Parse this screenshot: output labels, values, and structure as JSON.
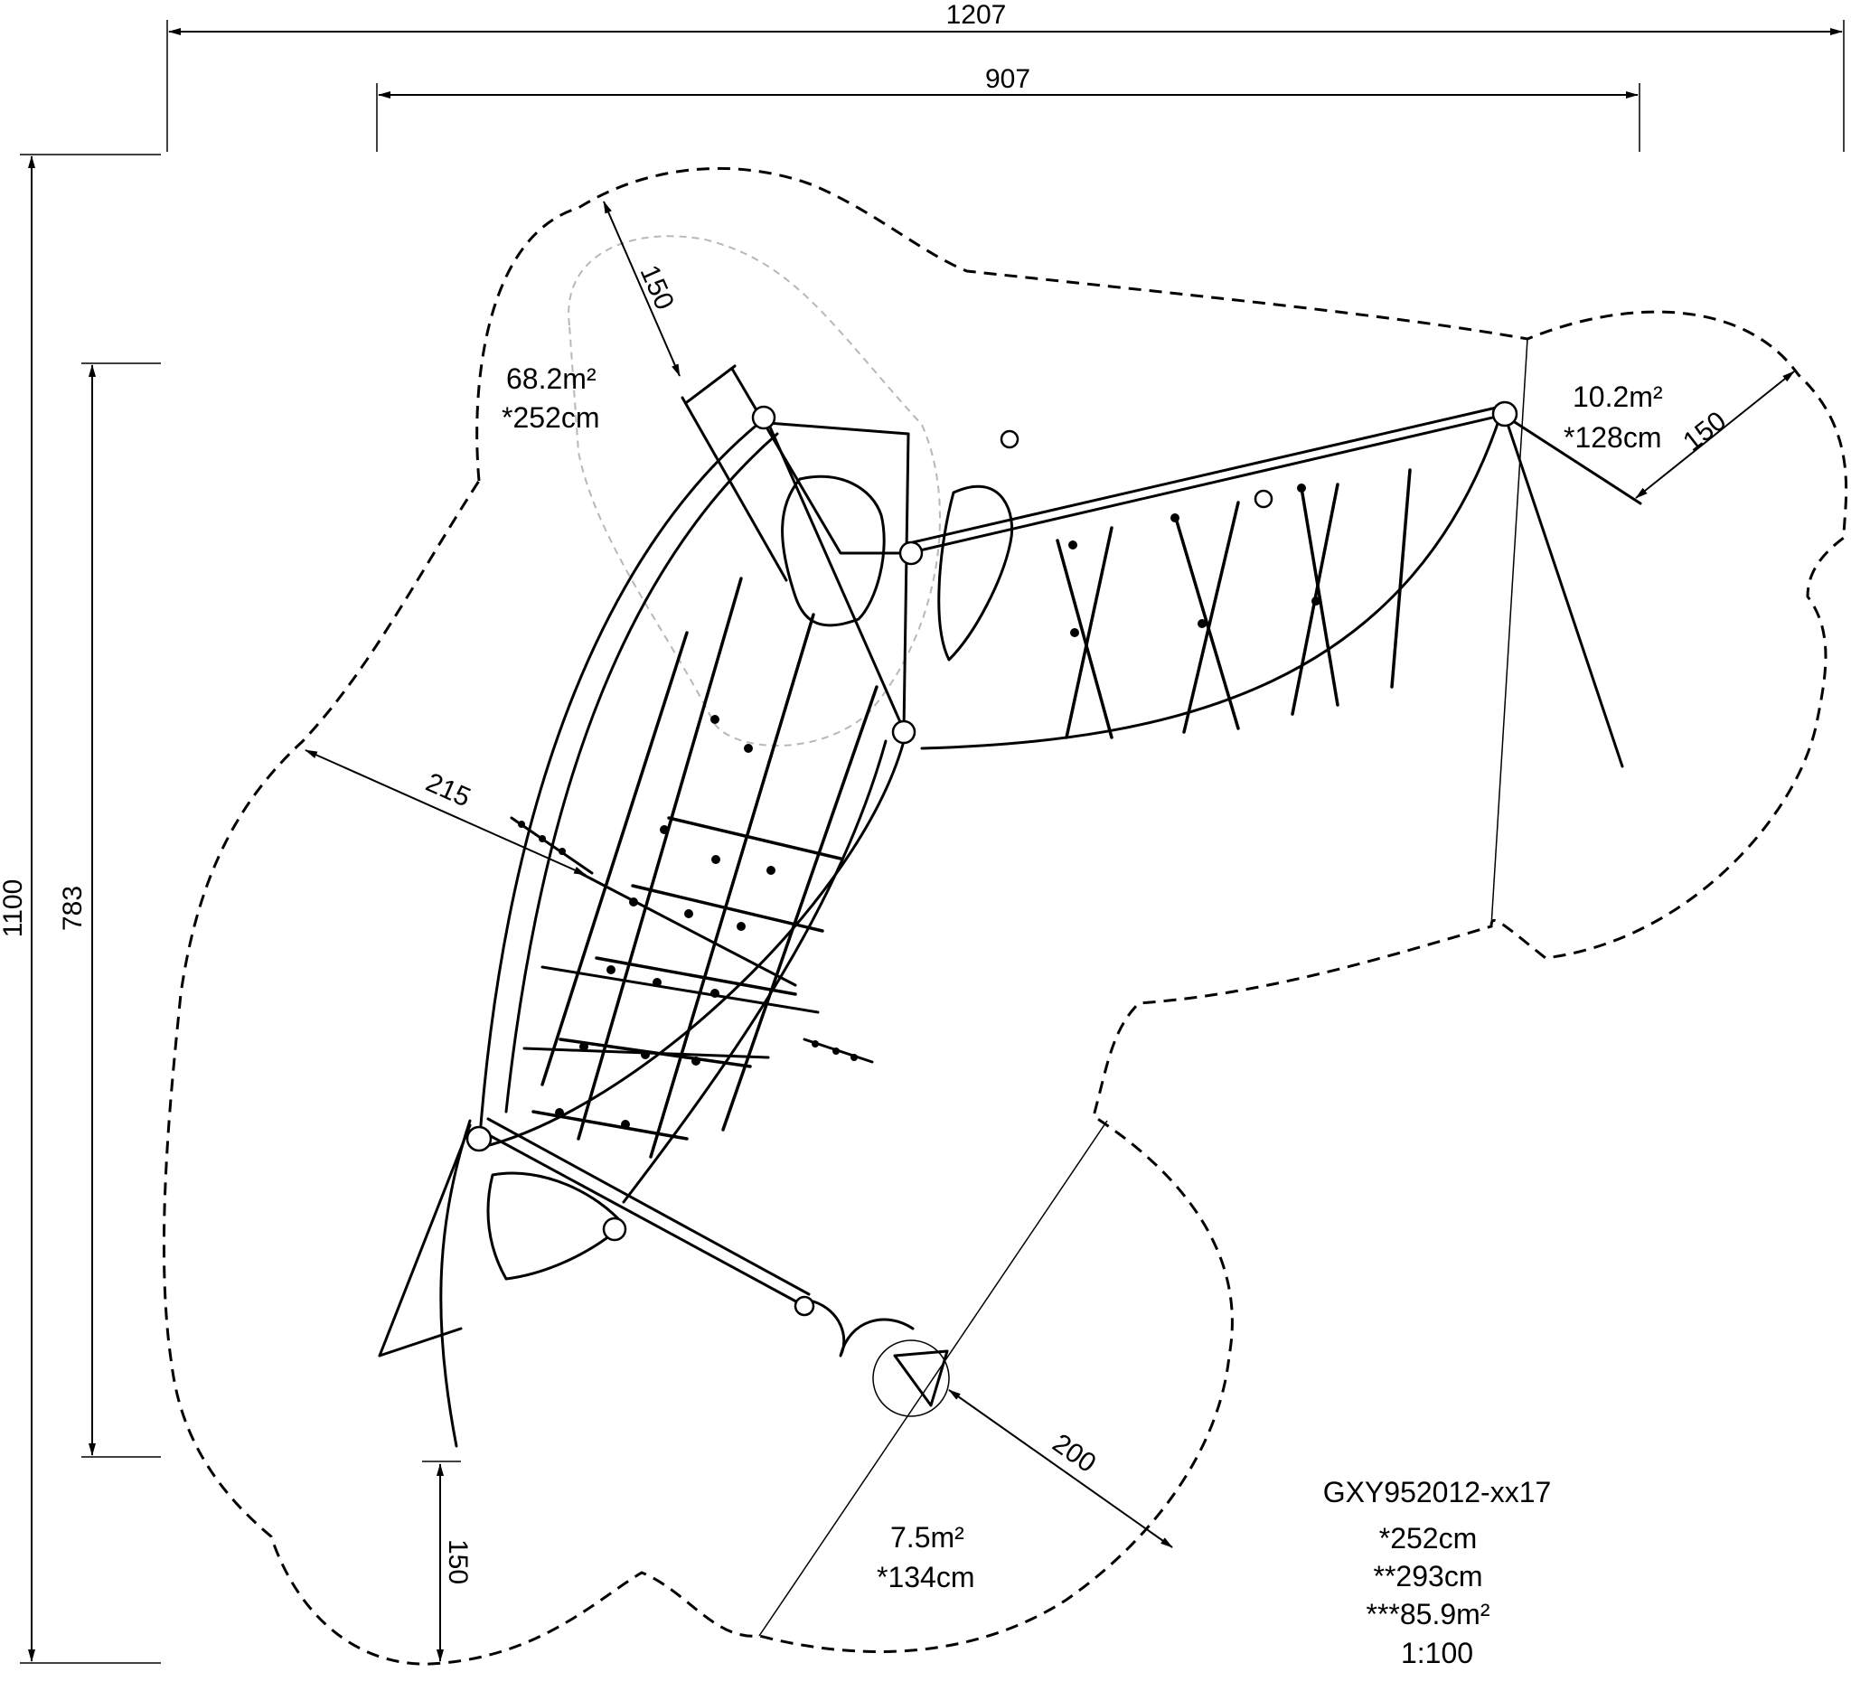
{
  "dimensions": {
    "overall_width": "1207",
    "inner_width": "907",
    "overall_height": "1100",
    "inner_height": "783",
    "clearance_top": "150",
    "clearance_right": "150",
    "clearance_left": "215",
    "clearance_bottom_left": "150",
    "clearance_lower_right": "200"
  },
  "zones": {
    "main": {
      "area": "68.2m²",
      "height": "*252cm"
    },
    "right": {
      "area": "10.2m²",
      "height": "*128cm"
    },
    "bottom": {
      "area": "7.5m²",
      "height": "*134cm"
    }
  },
  "product": {
    "code": "GXY952012-xx17",
    "height": "*252cm",
    "max_height": "**293cm",
    "total_area": "***85.9m²",
    "scale": "1:100"
  }
}
